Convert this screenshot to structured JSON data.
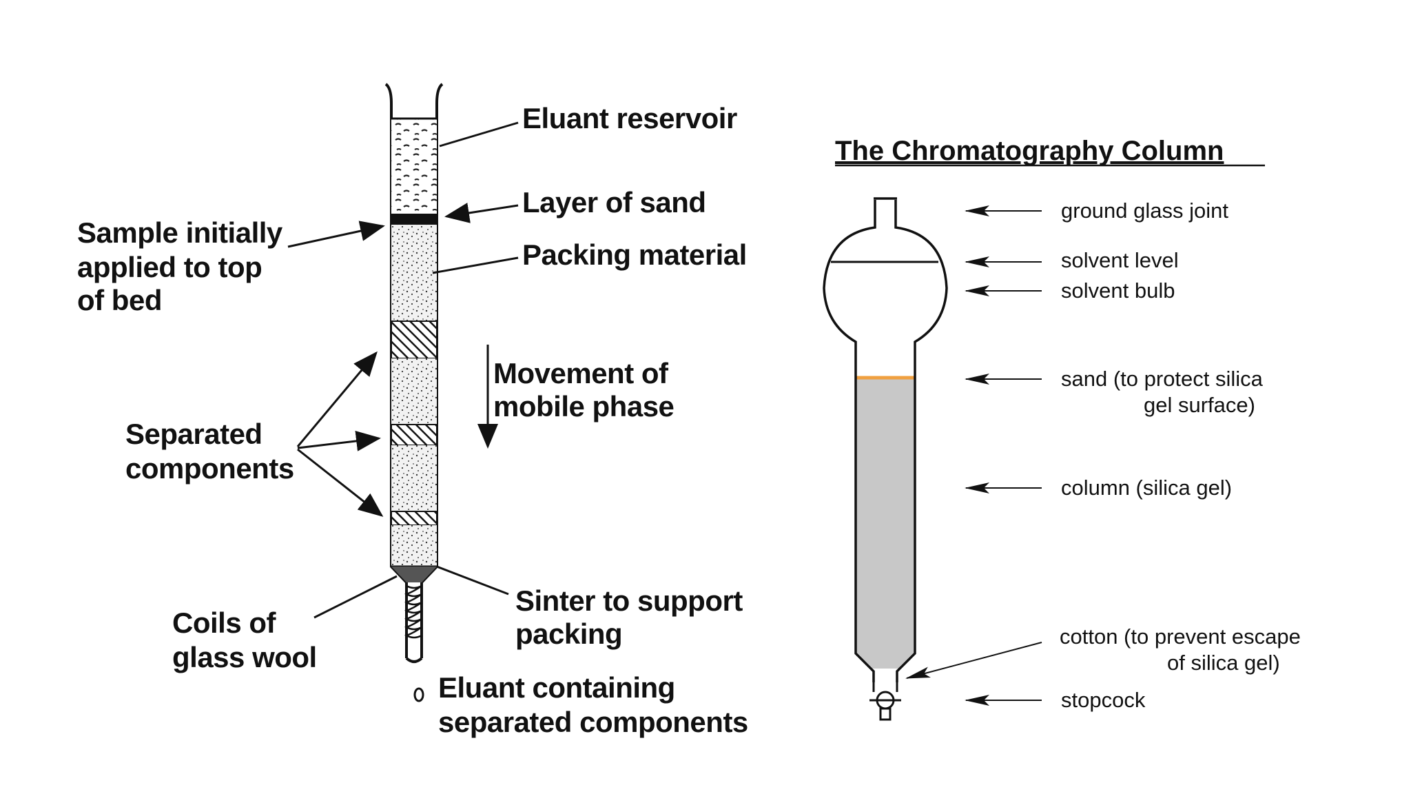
{
  "left_diagram": {
    "labels": {
      "eluant_reservoir": "Eluant reservoir",
      "layer_of_sand": "Layer of sand",
      "packing_material": "Packing material",
      "sample_line1": "Sample initially",
      "sample_line2": "applied to top",
      "sample_line3": "of bed",
      "movement_line1": "Movement of",
      "movement_line2": "mobile phase",
      "separated_line1": "Separated",
      "separated_line2": "components",
      "sinter_line1": "Sinter to support",
      "sinter_line2": "packing",
      "coils_line1": "Coils of",
      "coils_line2": "glass wool",
      "eluant_out_line1": "Eluant containing",
      "eluant_out_line2": "separated components"
    }
  },
  "right_diagram": {
    "title": "The Chromatography Column",
    "labels": {
      "ground_glass_joint": "ground glass joint",
      "solvent_level": "solvent level",
      "solvent_bulb": "solvent bulb",
      "sand_line1": "sand (to protect silica",
      "sand_line2": "gel surface)",
      "column": "column (silica gel)",
      "cotton_line1": "cotton (to prevent escape",
      "cotton_line2": "of silica gel)",
      "stopcock": "stopcock"
    },
    "colors": {
      "silica_gel": "#c8c8c8",
      "sand": "#f0a040"
    }
  }
}
